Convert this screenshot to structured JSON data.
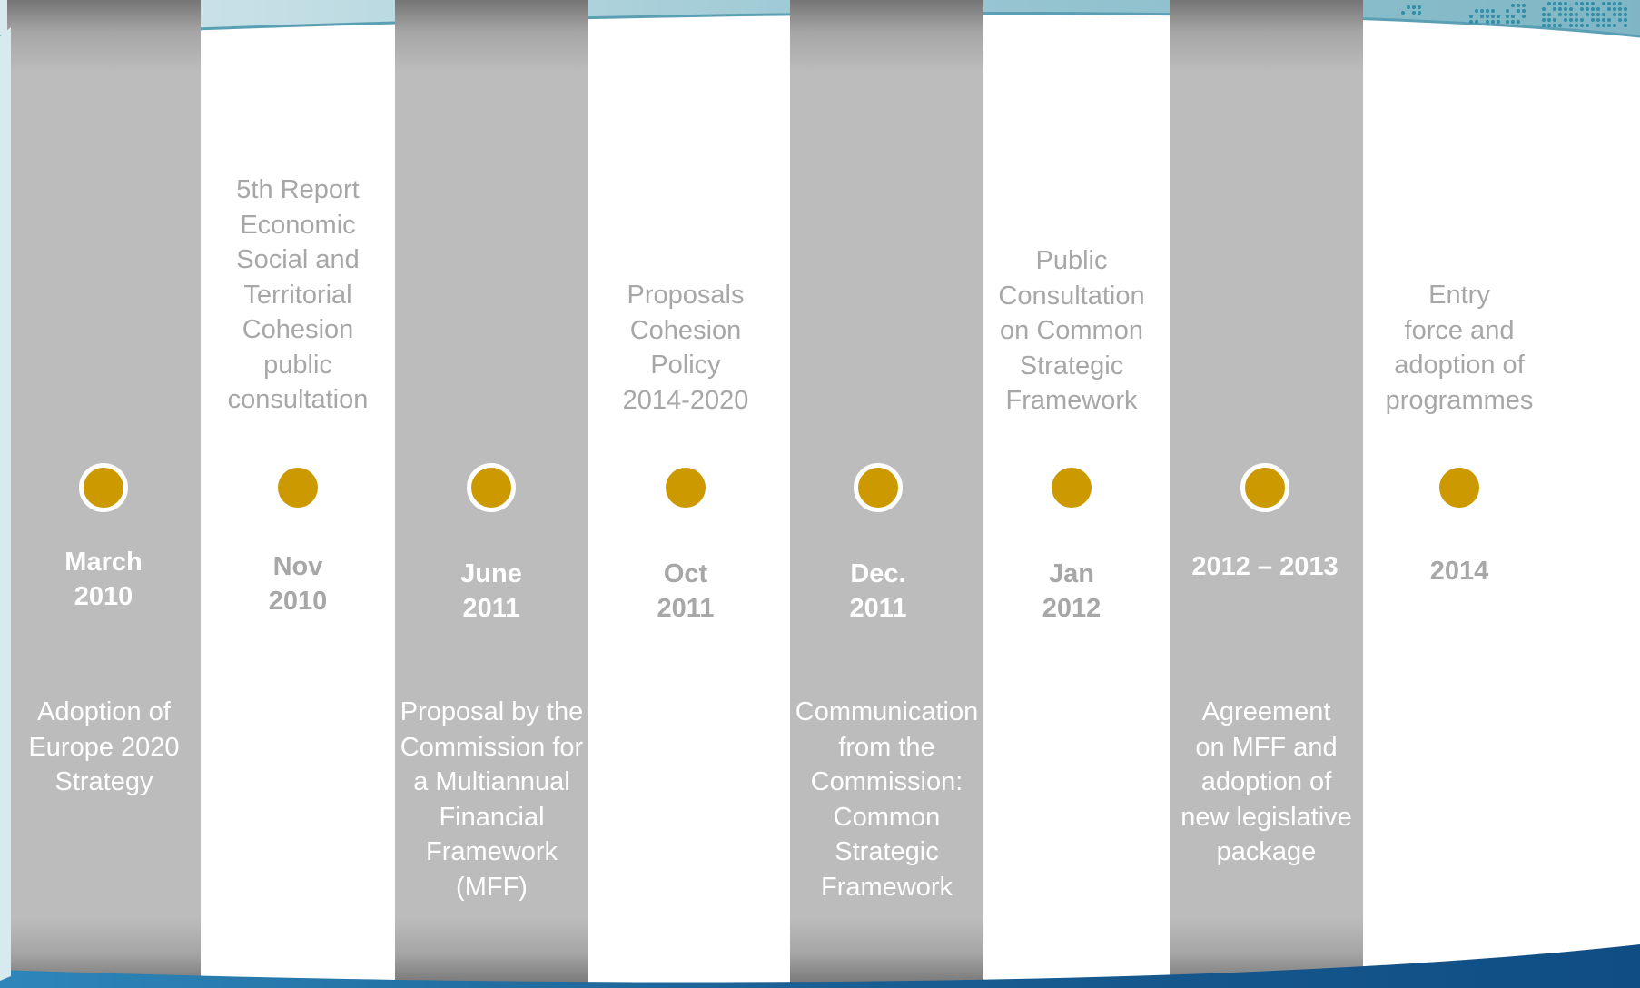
{
  "timeline": [
    {
      "date": "March\n2010",
      "text": "Adoption of\nEurope 2020\nStrategy",
      "text_position": "below",
      "band": "dark"
    },
    {
      "date": "Nov\n2010",
      "text": "5th Report\n    Economic\nSocial and\nTerritorial\nCohesion      \n    public\nconsultation",
      "text_position": "above",
      "band": "light"
    },
    {
      "date": "June\n2011",
      "text": "Proposal by the\nCommission for\na Multiannual\nFinancial\nFramework\n(MFF)",
      "text_position": "below",
      "band": "dark"
    },
    {
      "date": "Oct\n2011",
      "text": "Proposals   \n    Cohesion\nPolicy \n2014-2020",
      "text_position": "above",
      "band": "light"
    },
    {
      "date": "Dec.\n2011",
      "text": "Communication\nfrom the\nCommission:\nCommon\nStrategic\nFramework",
      "text_position": "below",
      "band": "dark"
    },
    {
      "date": "Jan\n2012",
      "text": "Public\nConsultation\non Common\nStrategic\nFramework",
      "text_position": "above",
      "band": "light"
    },
    {
      "date": "2012 – 2013",
      "text": "Agreement\non MFF and\nadoption of\nnew legislative\npackage",
      "text_position": "below",
      "band": "dark"
    },
    {
      "date": "2014",
      "text": "Entry      \nforce and\nadoption of\nprogrammes",
      "text_position": "above",
      "band": "light"
    }
  ],
  "colors": {
    "band": "#bcbcbc",
    "marker": "#cc9900",
    "dark_text": "#ffffff",
    "light_text": "#a7a7a7",
    "frame_blue": "#1f6fa8",
    "frame_teal": "#8ec3cf"
  }
}
